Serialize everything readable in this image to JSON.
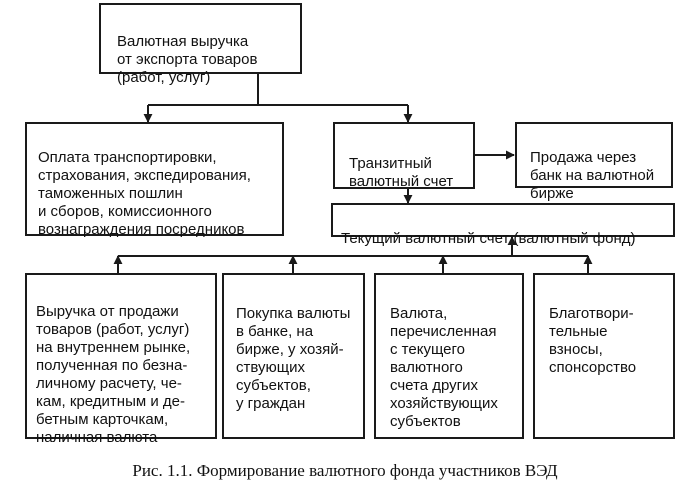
{
  "boxes": {
    "source": "Валютная выручка\nот экспорта товаров\n(работ, услуг)",
    "payment": "Оплата транспортировки,\nстрахования, экспедирования,\nтаможенных пошлин\nи сборов, комиссионного\nвознаграждения посредников",
    "transit": "Транзитный\nвалютный счет",
    "exchange": "Продажа через\nбанк на валютной\nбирже",
    "current": "Текущий валютный счет (валютный фонд)",
    "domestic": "Выручка от продажи\nтоваров (работ, услуг)\nна внутреннем рынке,\nполученная по безна-\nличному расчету, че-\nкам, кредитным и де-\nбетным карточкам,\nналичная валюта",
    "purchase": "Покупка валюты\nв банке, на\nбирже, у хозяй-\nствующих\nсубъектов,\nу граждан",
    "transfer": "Валюта,\nперечисленная\nс текущего\nвалютного\nсчета других\nхозяйствующих\nсубъектов",
    "charity": "Благотвори-\nтельные\nвзносы,\nспонсорство"
  },
  "caption": "Рис. 1.1. Формирование валютного фонда участников ВЭД",
  "colors": {
    "line": "#1a1a1a",
    "background": "#ffffff",
    "text": "#111111"
  }
}
